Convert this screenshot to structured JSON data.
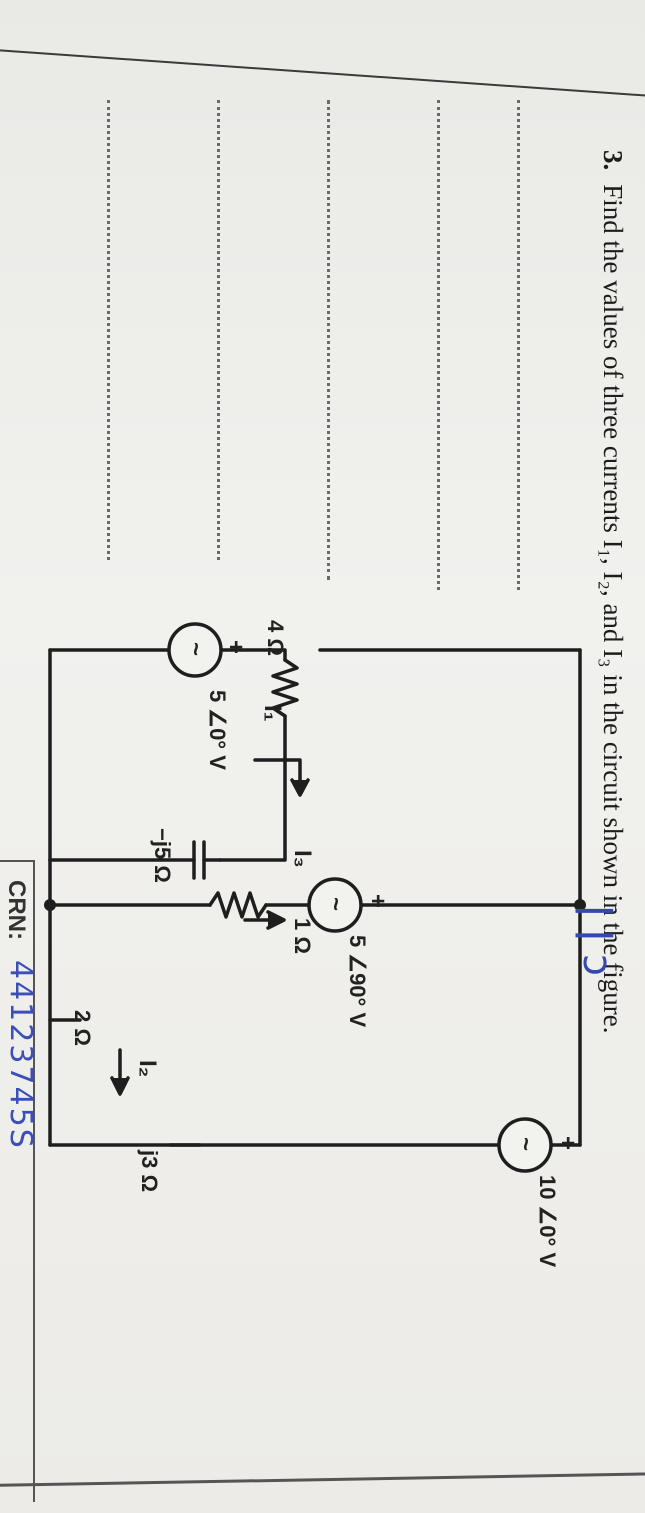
{
  "question": {
    "number": "3.",
    "text": "Find the values of three currents I₁, I₂, and I₃ in the circuit shown in the figure."
  },
  "header": {
    "crn_label": "CRN:",
    "crn_value": "44123745S"
  },
  "circuit": {
    "r1": "4 Ω",
    "cap": "−j5 Ω",
    "r2": "2 Ω",
    "r3": "1 Ω",
    "ind": "j3 Ω",
    "src1": "5 ∠0° V",
    "src2": "5 ∠90° V",
    "src3": "10 ∠0° V",
    "i1": "I₁",
    "i2": "I₂",
    "i3": "I₃",
    "plus": "+",
    "tilde": "~"
  },
  "colors": {
    "ink": "#1d1d1d",
    "pen_blue": "#3548b0",
    "paper": "#eeeeea"
  }
}
